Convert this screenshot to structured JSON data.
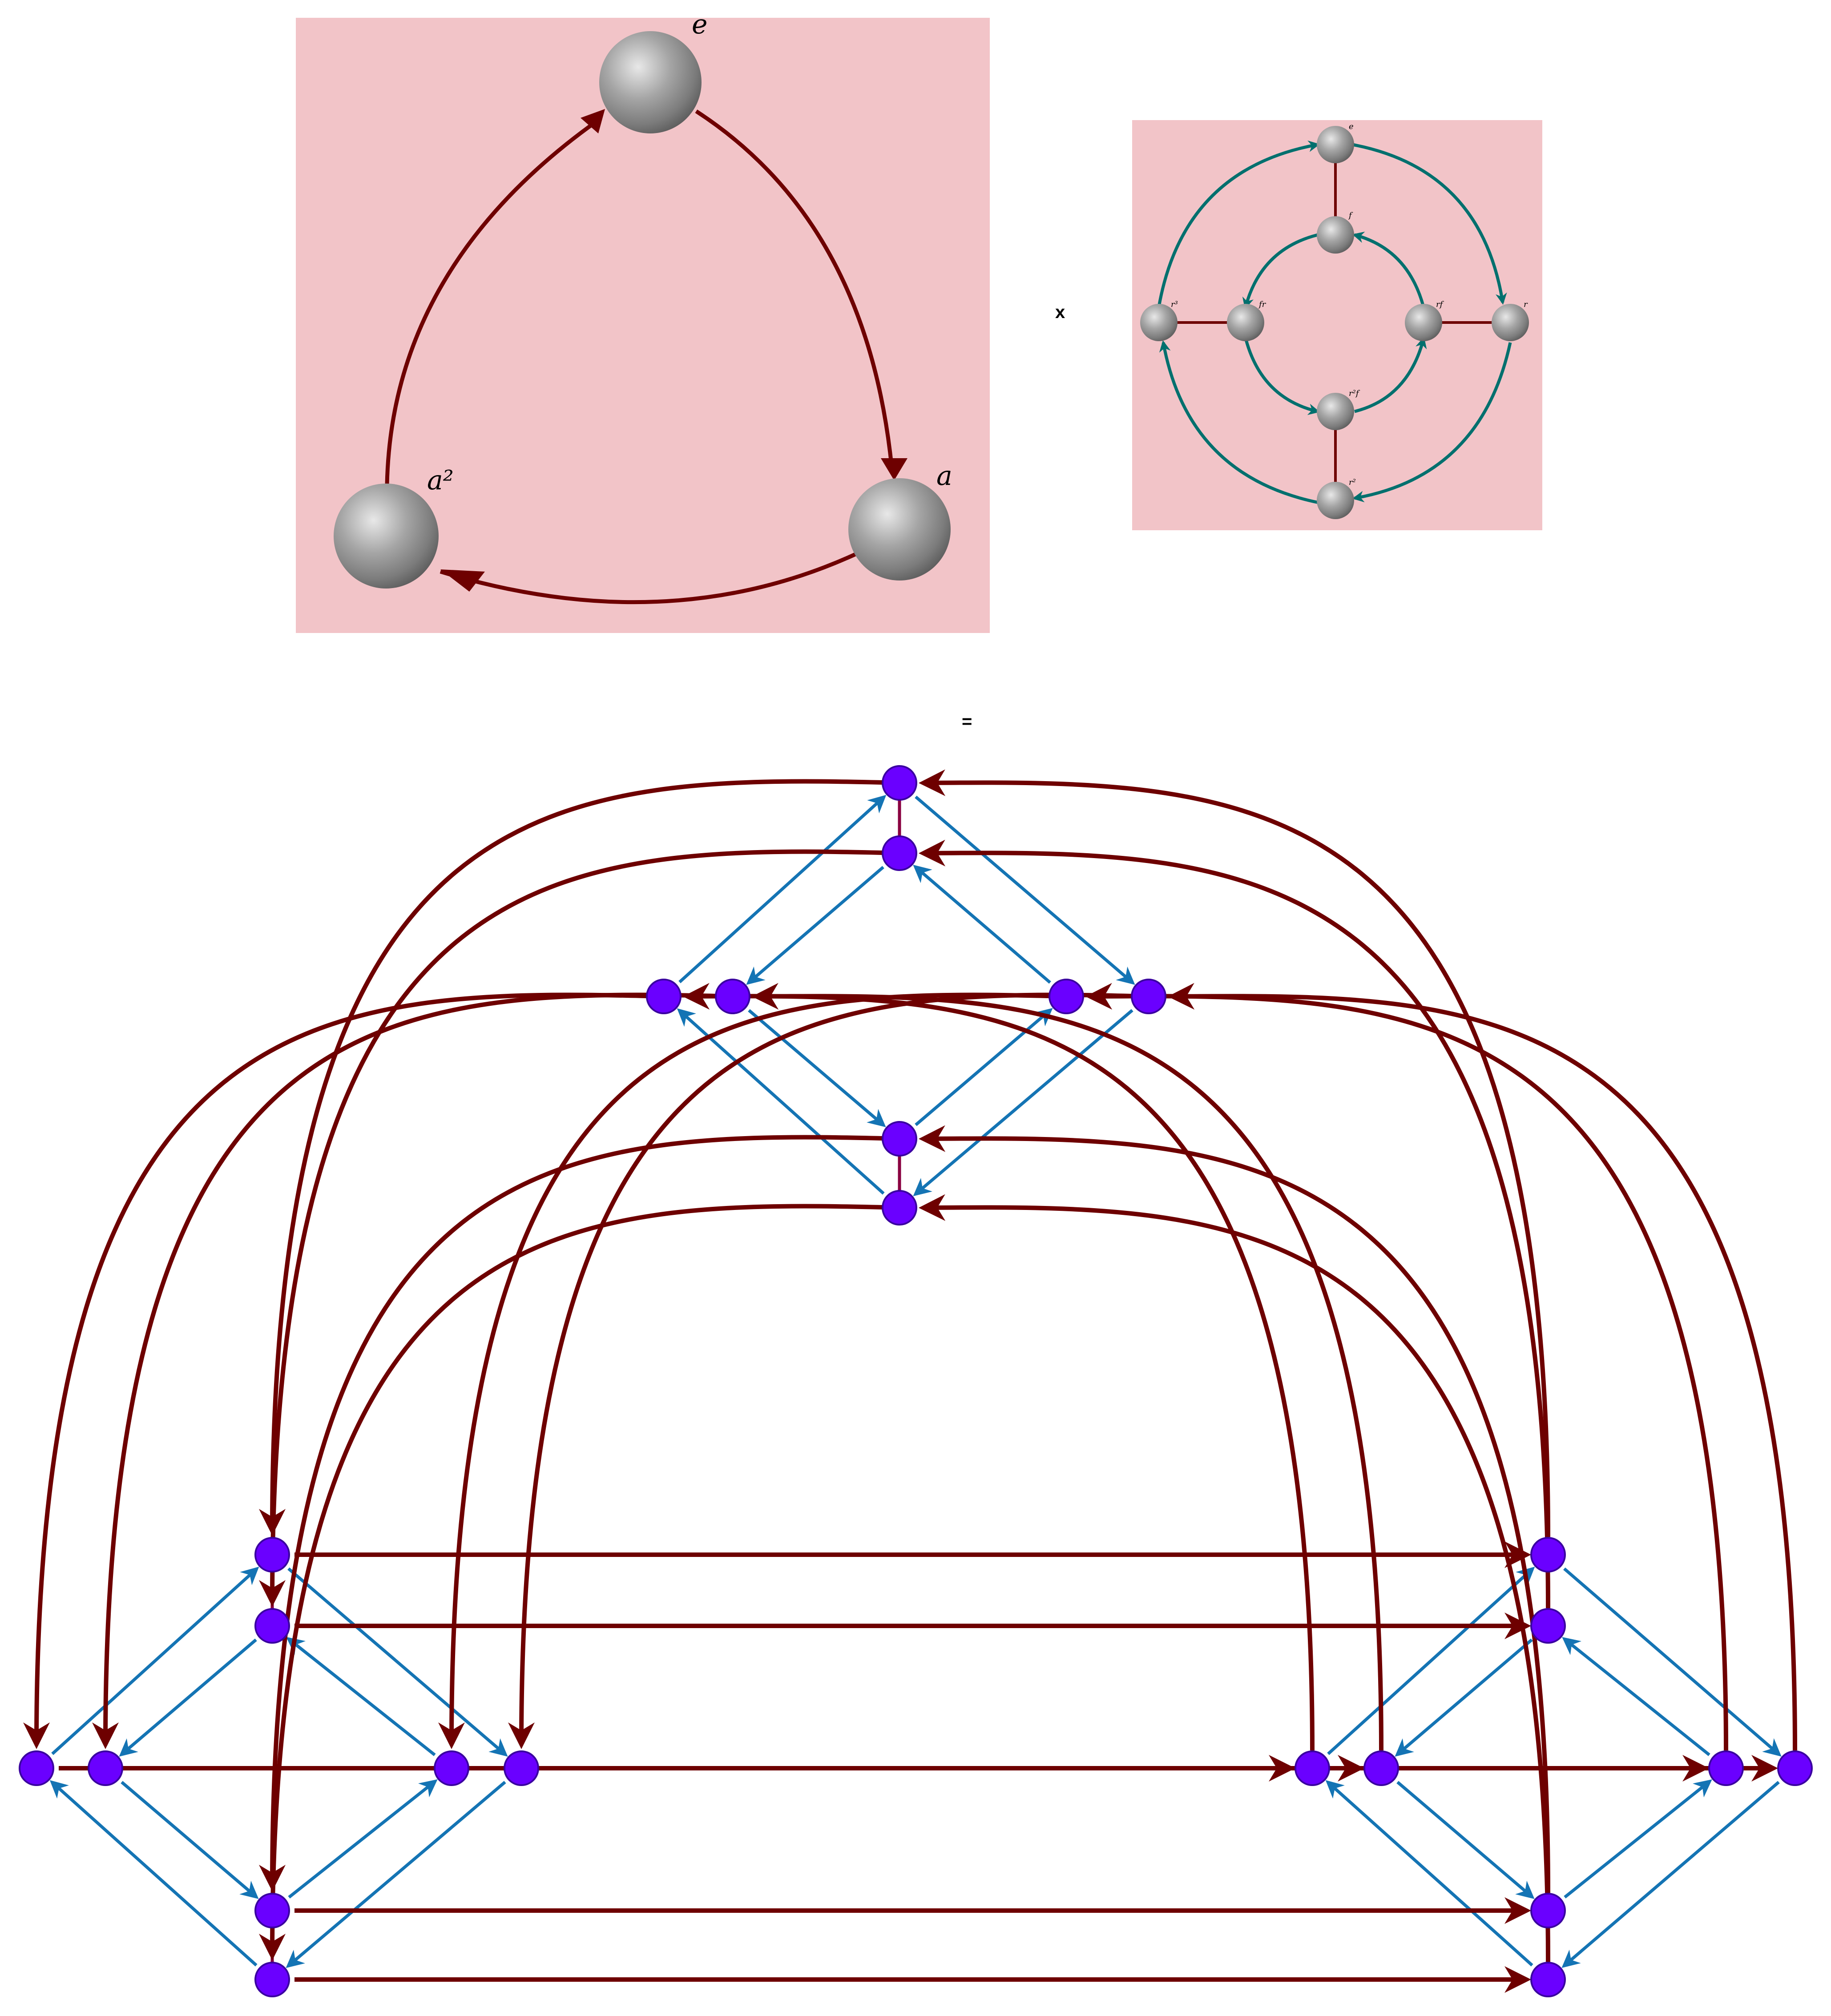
{
  "factor_a": {
    "nodes": [
      "e",
      "a",
      "a²"
    ]
  },
  "operators": {
    "times": "x",
    "equals": "="
  },
  "factor_b": {
    "nodes": [
      "e",
      "f",
      "r³",
      "fr",
      "rf",
      "r",
      "r²f",
      "r²"
    ]
  },
  "colors": {
    "panel_bg": "#f2c4c8",
    "dark_red": "#6e0000",
    "teal": "#00706e",
    "blue": "#1474b4",
    "node_purple": "#6a00ff",
    "node_stroke": "#3a00a0",
    "sphere_gray": "#9a9a9a"
  },
  "product_graph": {
    "node_count": 24,
    "edge_types": [
      "dark-red-arrow",
      "blue-arrow",
      "purple-link"
    ]
  }
}
